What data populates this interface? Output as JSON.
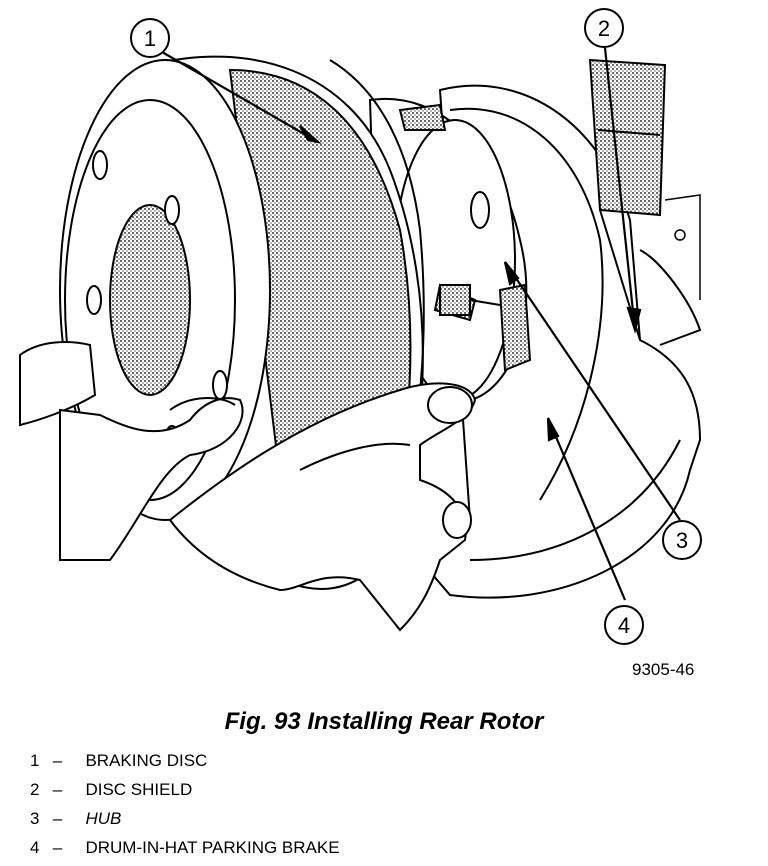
{
  "figure": {
    "number_label": "9305-46",
    "caption": "Fig. 93 Installing Rear Rotor"
  },
  "callouts": [
    {
      "number": "1"
    },
    {
      "number": "2"
    },
    {
      "number": "3"
    },
    {
      "number": "4"
    }
  ],
  "legend": [
    {
      "number": "1",
      "dash": "–",
      "label": "BRAKING DISC"
    },
    {
      "number": "2",
      "dash": "–",
      "label": "DISC SHIELD"
    },
    {
      "number": "3",
      "dash": "–",
      "label": "HUB"
    },
    {
      "number": "4",
      "dash": "–",
      "label": "DRUM-IN-HAT PARKING BRAKE"
    }
  ]
}
